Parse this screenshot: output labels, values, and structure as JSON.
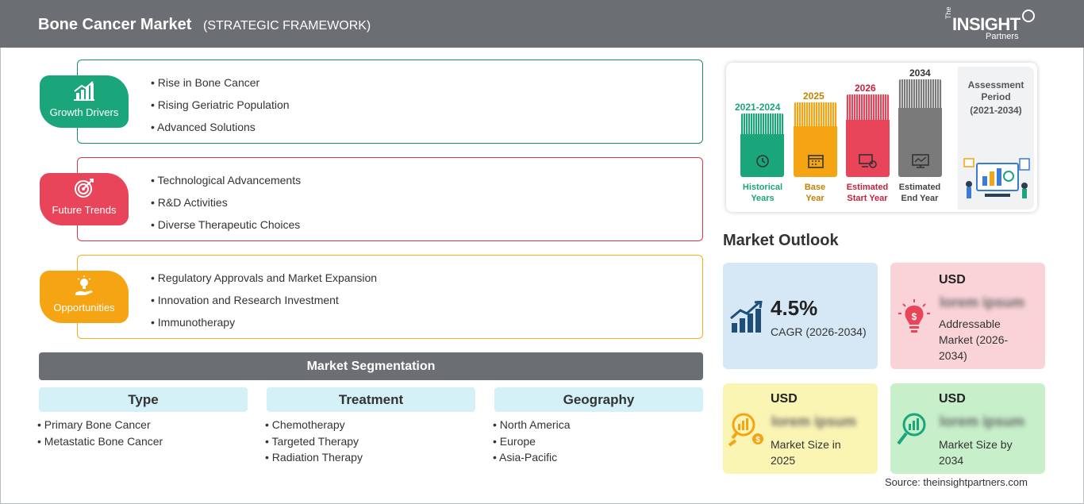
{
  "header": {
    "title": "Bone Cancer Market",
    "subtitle": "(STRATEGIC FRAMEWORK)",
    "logo": {
      "the": "The",
      "insight": "INSIGHT",
      "partners": "Partners"
    }
  },
  "framework": {
    "growth_drivers": {
      "label": "Growth Drivers",
      "icon": "bar-chart-icon",
      "color": "#1aa57b",
      "items": [
        "Rise in Bone Cancer",
        "Rising Geriatric Population",
        "Advanced Solutions"
      ]
    },
    "future_trends": {
      "label": "Future Trends",
      "icon": "target-icon",
      "color": "#e8455a",
      "items": [
        "Technological Advancements",
        "R&D Activities",
        "Diverse Therapeutic Choices"
      ]
    },
    "opportunities": {
      "label": "Opportunities",
      "icon": "lightbulb-hand-icon",
      "color": "#f5a413",
      "items": [
        "Regulatory Approvals and Market Expansion",
        "Innovation and Research Investment",
        "Immunotherapy"
      ]
    }
  },
  "segmentation": {
    "title": "Market Segmentation",
    "columns": [
      {
        "name": "Type",
        "items": [
          "Primary Bone Cancer",
          "Metastatic Bone Cancer"
        ]
      },
      {
        "name": "Treatment",
        "items": [
          "Chemotherapy",
          "Targeted Therapy",
          "Radiation Therapy"
        ]
      },
      {
        "name": "Geography",
        "items": [
          "North America",
          "Europe",
          "Asia-Pacific"
        ]
      }
    ]
  },
  "timeline": {
    "periods": [
      {
        "year": "2021-2024",
        "label_line1": "Historical",
        "label_line2": "Years",
        "color": "#1aa57b"
      },
      {
        "year": "2025",
        "label_line1": "Base",
        "label_line2": "Year",
        "color": "#f5a413"
      },
      {
        "year": "2026",
        "label_line1": "Estimated",
        "label_line2": "Start Year",
        "color": "#e8455a"
      },
      {
        "year": "2034",
        "label_line1": "Estimated",
        "label_line2": "End Year",
        "color": "#7a7a7a"
      }
    ],
    "assessment_title": "Assessment Period",
    "assessment_range": "(2021-2034)"
  },
  "outlook": {
    "title": "Market Outlook",
    "cagr": {
      "value": "4.5%",
      "label": "CAGR (2026-2034)"
    },
    "addressable": {
      "currency": "USD",
      "value": "lorem ipsum",
      "label": "Addressable Market (2026-2034)"
    },
    "size_2025": {
      "currency": "USD",
      "value": "lorem ipsum",
      "label": "Market Size in 2025"
    },
    "size_2034": {
      "currency": "USD",
      "value": "lorem ipsum",
      "label": "Market Size by 2034"
    }
  },
  "source": "Source: theinsightpartners.com"
}
